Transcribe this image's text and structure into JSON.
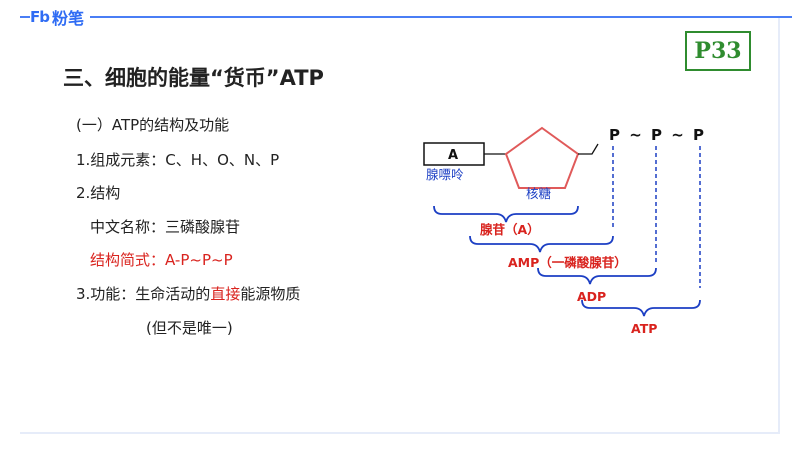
{
  "header": {
    "logo_mark": "Fb",
    "logo_text": "粉笔",
    "page_tag": "P33"
  },
  "slide": {
    "title": "三、细胞的能量“货币”ATP",
    "lines": {
      "l1": "(一）ATP的结构及功能",
      "l2": "1.组成元素：C、H、O、N、P",
      "l3": "2.结构",
      "l4": "中文名称：三磷酸腺苷",
      "l5": "结构简式：A-P~P~P",
      "l6_a": "3.功能：生命活动的",
      "l6_b": "直接",
      "l6_c": "能源物质",
      "l7": "(但不是唯一)"
    }
  },
  "diagram": {
    "box_a": "A",
    "phosphates": "P ~ P ~ P",
    "adenine": "腺嘌呤",
    "ribose": "核糖",
    "adenosine": "腺苷（A）",
    "amp": "AMP（一磷酸腺苷）",
    "adp": "ADP",
    "atp": "ATP",
    "colors": {
      "line": "#1c3fc4",
      "text_red": "#d9231e",
      "pentagon": "#e05a5a"
    }
  }
}
